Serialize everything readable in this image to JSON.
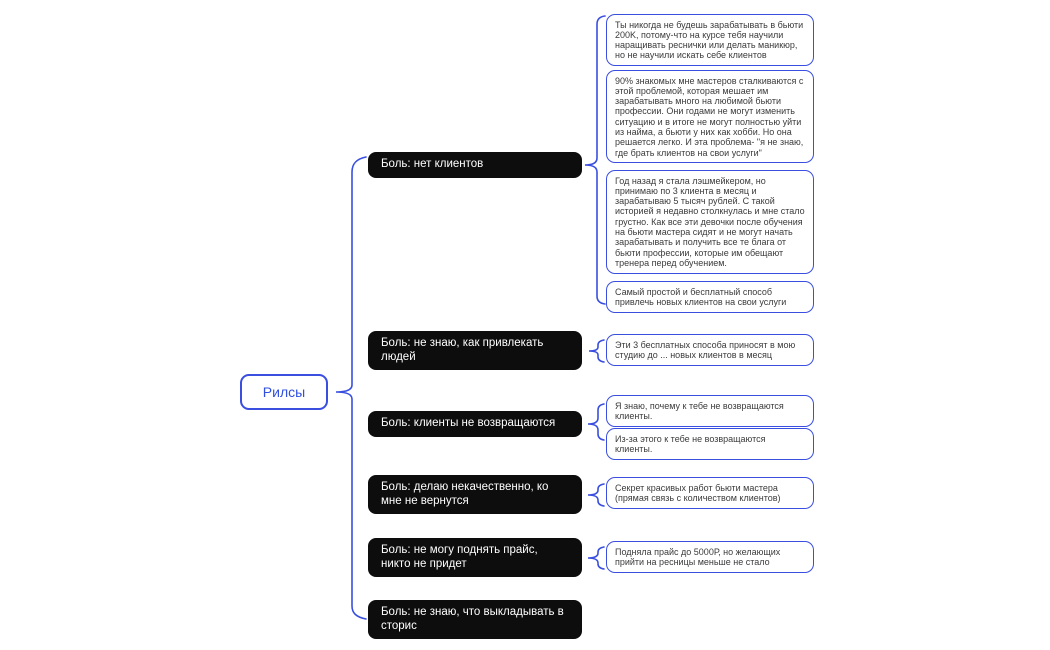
{
  "root": {
    "label": "Рилсы"
  },
  "branches": [
    {
      "label": "Боль: нет клиентов",
      "children": [
        "Ты никогда не будешь зарабатывать в бьюти 200K, потому-что на курсе тебя научили наращивать реснички или делать маникюр, но не научили искать себе клиентов",
        "90% знакомых мне мастеров сталкиваются с этой проблемой, которая мешает им зарабатывать много на любимой бьюти профессии. Они годами не могут изменить ситуацию и в итоге не могут полностью уйти из найма, а бьюти у них как хобби. Но она решается легко. И эта проблема- \"я не знаю, где брать клиентов на свои услуги\"",
        "Год назад я стала лэшмейкером, но принимаю по 3 клиента в месяц и зарабатываю 5 тысяч рублей. С такой историей я недавно столкнулась и мне стало грустно. Как все эти девочки после обучения на бьюти мастера сидят и не могут начать зарабатывать и получить все те блага от бьюти профессии, которые им обещают тренера перед обучением.",
        "Самый простой  и бесплатный способ привлечь новых клиентов на свои услуги"
      ]
    },
    {
      "label": "Боль: не знаю, как привлекать людей",
      "children": [
        "Эти 3 бесплатных способа приносят в мою студию до ... новых клиентов в месяц"
      ]
    },
    {
      "label": "Боль: клиенты не возвращаются",
      "children": [
        "Я знаю, почему к тебе не возвращаются клиенты.",
        "Из-за этого к тебе не возвращаются клиенты."
      ]
    },
    {
      "label": "Боль: делаю некачественно, ко мне не вернутся",
      "children": [
        "Секрет красивых работ бьюти мастера (прямая связь с количеством клиентов)"
      ]
    },
    {
      "label": "Боль: не могу поднять прайс, никто не придет",
      "children": [
        "Подняла прайс до 5000Р, но желающих прийти на ресницы меньше не стало"
      ]
    },
    {
      "label": "Боль: не знаю, что выкладывать в сторис",
      "children": []
    }
  ],
  "colors": {
    "accent": "#3a4fe0",
    "branch_node_bg": "#0d0d0d",
    "branch_node_text": "#ffffff",
    "leaf_text": "#3b3b3b",
    "canvas_bg": "#ffffff"
  }
}
